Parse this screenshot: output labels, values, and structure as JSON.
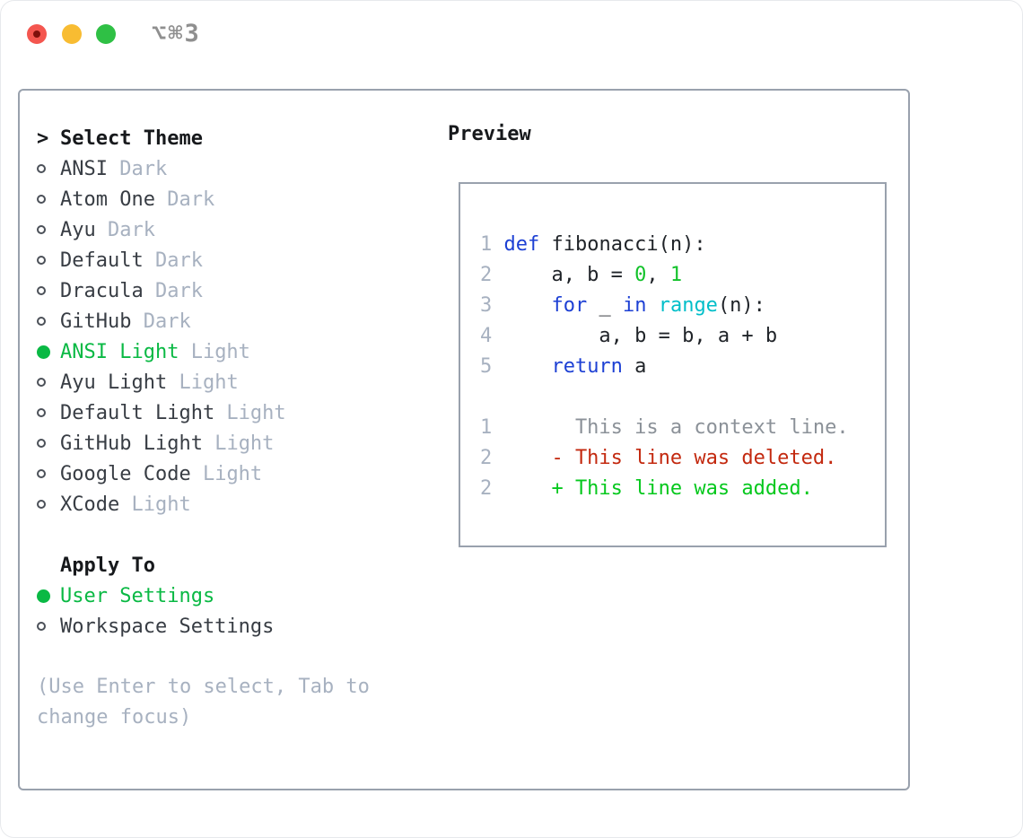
{
  "window": {
    "shortcut_label": "⌥⌘3",
    "traffic_lights": [
      "close",
      "minimize",
      "zoom"
    ]
  },
  "colors": {
    "ui_selected_green": "#0ab944",
    "text_dark": "#383d44",
    "header_black": "#17191c",
    "muted_gray": "#a7b1c0",
    "border_gray": "#99a1ad",
    "fg": "#1f2328",
    "blue": "#1d40d4",
    "cyan": "#00bec9",
    "green": "#12c22a",
    "context": "#8b9198",
    "removed": "#c3290f",
    "added": "#05c81d",
    "linenum": "#a7b1c0"
  },
  "theme_panel": {
    "header_prefix": ">",
    "header": "Select Theme",
    "items": [
      {
        "name": "ANSI",
        "variant": "Dark",
        "selected": false
      },
      {
        "name": "Atom One",
        "variant": "Dark",
        "selected": false
      },
      {
        "name": "Ayu",
        "variant": "Dark",
        "selected": false
      },
      {
        "name": "Default",
        "variant": "Dark",
        "selected": false
      },
      {
        "name": "Dracula",
        "variant": "Dark",
        "selected": false
      },
      {
        "name": "GitHub",
        "variant": "Dark",
        "selected": false
      },
      {
        "name": "ANSI Light",
        "variant": "Light",
        "selected": true
      },
      {
        "name": "Ayu Light",
        "variant": "Light",
        "selected": false
      },
      {
        "name": "Default Light",
        "variant": "Light",
        "selected": false
      },
      {
        "name": "GitHub Light",
        "variant": "Light",
        "selected": false
      },
      {
        "name": "Google Code",
        "variant": "Light",
        "selected": false
      },
      {
        "name": "XCode",
        "variant": "Light",
        "selected": false
      }
    ],
    "apply_to": {
      "header": "Apply To",
      "options": [
        {
          "label": "User Settings",
          "selected": true
        },
        {
          "label": "Workspace Settings",
          "selected": false
        }
      ]
    },
    "hint": "(Use Enter to select, Tab to change focus)"
  },
  "preview": {
    "title": "Preview",
    "lines": [
      {
        "no": "1",
        "tokens": [
          {
            "t": "def",
            "c": "blue"
          },
          {
            "t": " fibonacci(n):",
            "c": "fg"
          }
        ]
      },
      {
        "no": "2",
        "tokens": [
          {
            "t": "    a, b = ",
            "c": "fg"
          },
          {
            "t": "0",
            "c": "green"
          },
          {
            "t": ", ",
            "c": "fg"
          },
          {
            "t": "1",
            "c": "green"
          }
        ]
      },
      {
        "no": "3",
        "tokens": [
          {
            "t": "    ",
            "c": "fg"
          },
          {
            "t": "for",
            "c": "blue"
          },
          {
            "t": " _ ",
            "c": "fg"
          },
          {
            "t": "in",
            "c": "blue"
          },
          {
            "t": " ",
            "c": "fg"
          },
          {
            "t": "range",
            "c": "cyan"
          },
          {
            "t": "(n):",
            "c": "fg"
          }
        ]
      },
      {
        "no": "4",
        "tokens": [
          {
            "t": "        a, b = b, a + b",
            "c": "fg"
          }
        ]
      },
      {
        "no": "5",
        "tokens": [
          {
            "t": "    ",
            "c": "fg"
          },
          {
            "t": "return",
            "c": "blue"
          },
          {
            "t": " a",
            "c": "fg"
          }
        ]
      },
      {
        "no": "",
        "tokens": []
      },
      {
        "no": "1",
        "tokens": [
          {
            "t": "      This is a context line.",
            "c": "context"
          }
        ]
      },
      {
        "no": "2",
        "tokens": [
          {
            "t": "    - This line was deleted.",
            "c": "removed"
          }
        ]
      },
      {
        "no": "2",
        "tokens": [
          {
            "t": "    + This line was added.",
            "c": "added"
          }
        ]
      }
    ]
  }
}
